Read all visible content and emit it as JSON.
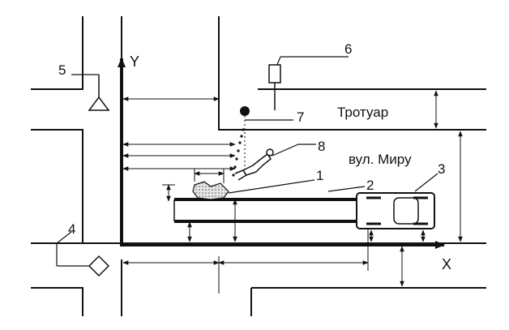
{
  "labels": {
    "sidewalk": "Тротуар",
    "street": "вул. Миру",
    "axis_x": "X",
    "axis_y": "Y"
  },
  "callouts": {
    "n1": "1",
    "n2": "2",
    "n3": "3",
    "n4": "4",
    "n5": "5",
    "n6": "6",
    "n7": "7",
    "n8": "8"
  },
  "colors": {
    "ink": "#111111",
    "paper": "#ffffff",
    "debris": "#d8d8d8"
  }
}
